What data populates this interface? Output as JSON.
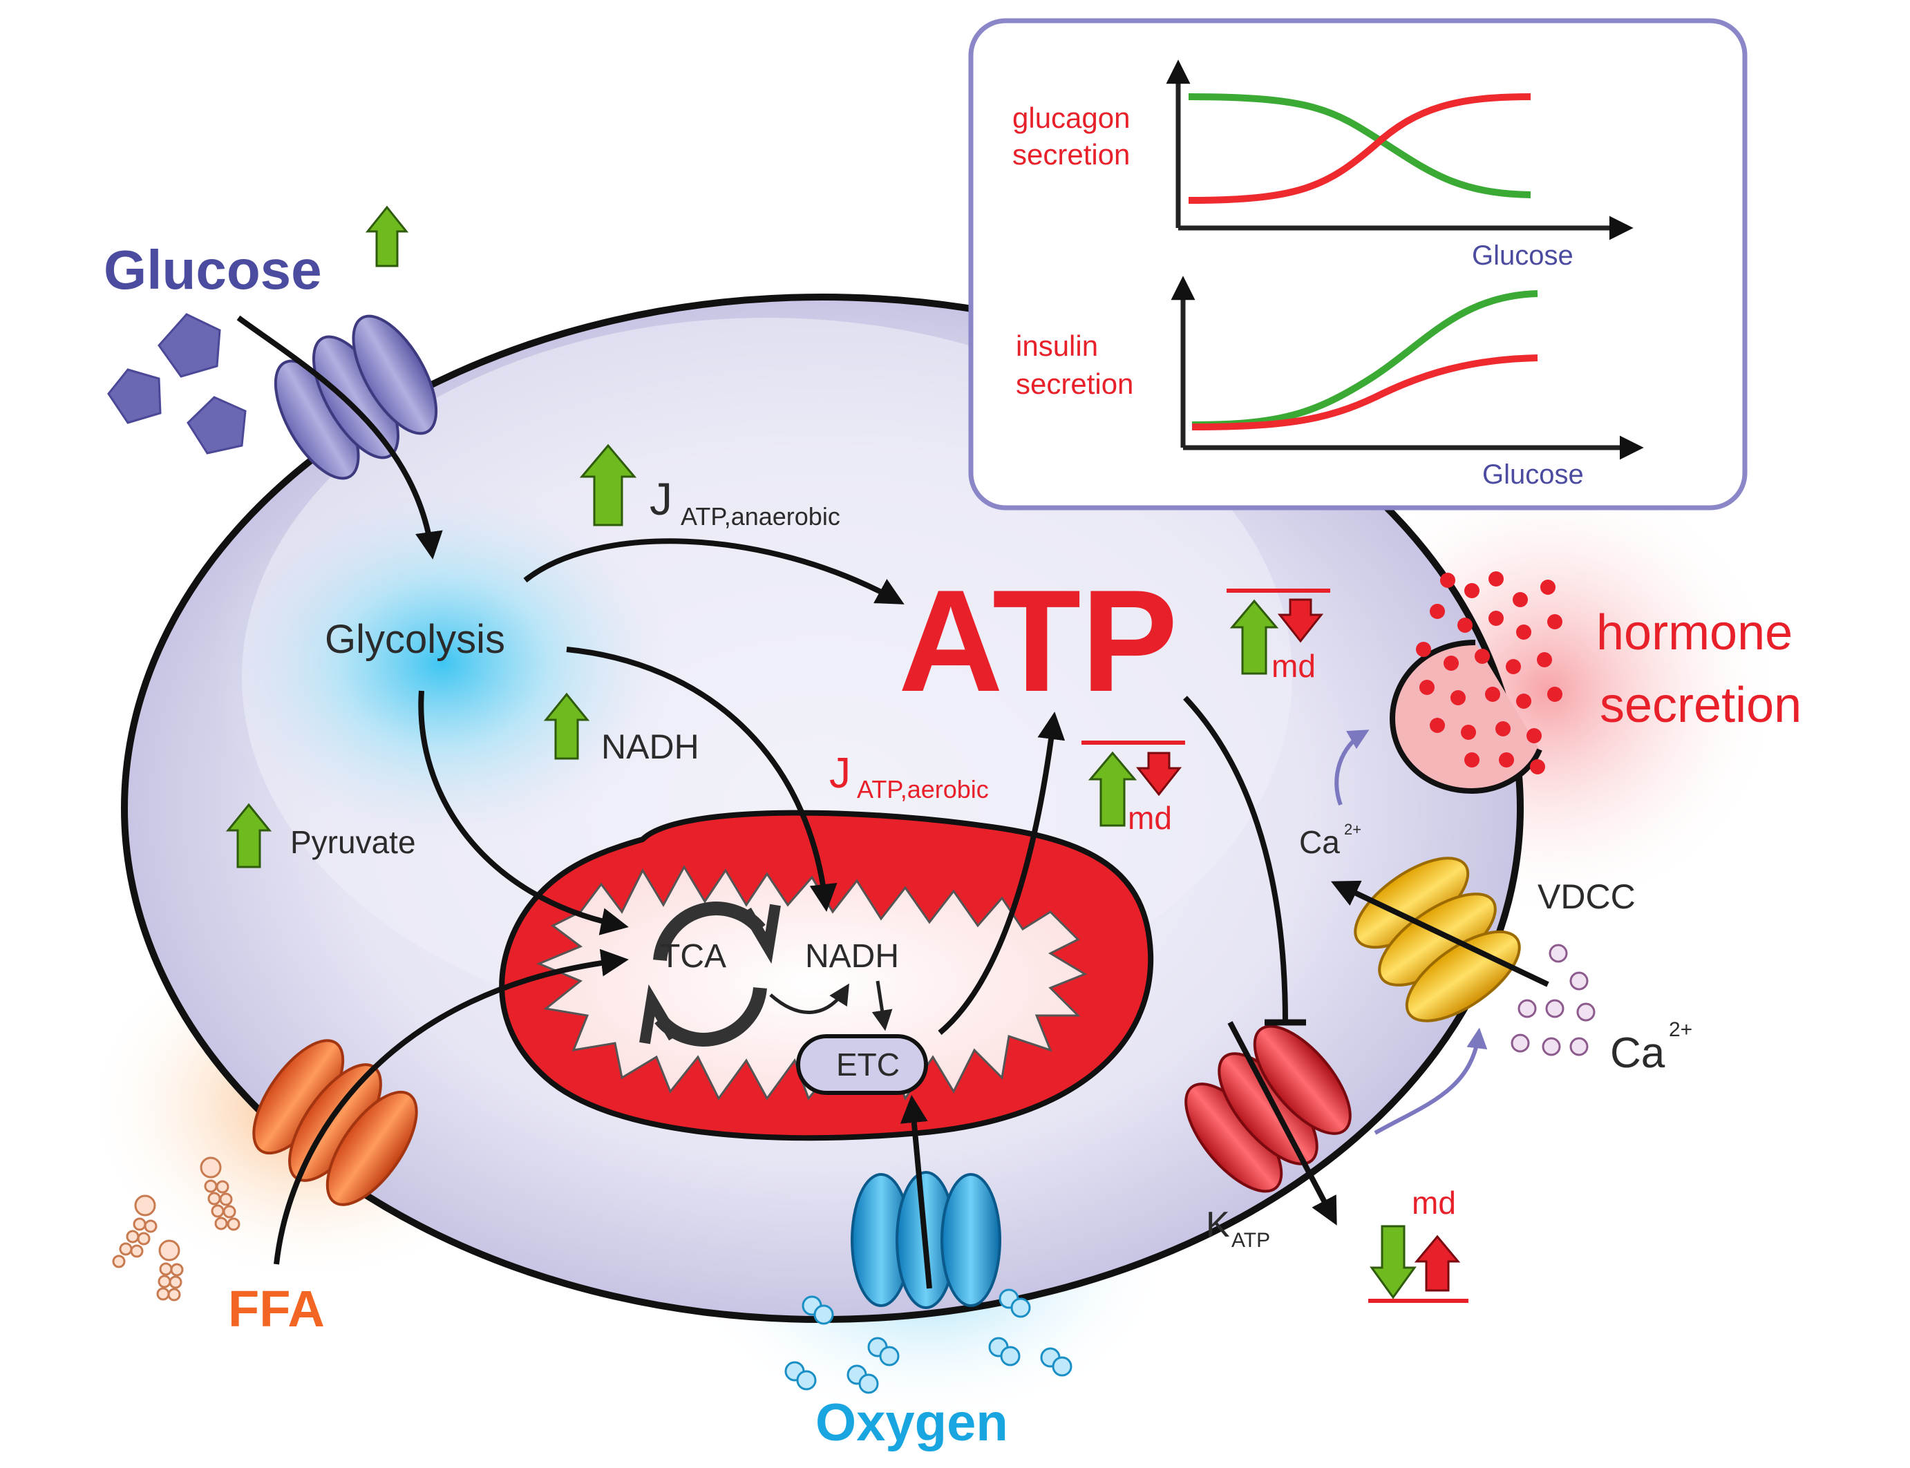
{
  "labels": {
    "glucose": "Glucose",
    "ffa": "FFA",
    "oxygen": "Oxygen",
    "glycolysis": "Glycolysis",
    "pyruvate": "Pyruvate",
    "nadh_cyto": "NADH",
    "nadh_mito": "NADH",
    "tca": "TCA",
    "etc": "ETC",
    "atp": "ATP",
    "j_letter": "J",
    "j_anaerobic_sub": "ATP,anaerobic",
    "j_aerobic_sub": "ATP,aerobic",
    "md": "md",
    "katp_letter": "K",
    "katp_sub": "ATP",
    "vdcc": "VDCC",
    "ca_letter": "Ca",
    "ca_sup": "2+",
    "hormone_line1": "hormone",
    "hormone_line2": "secretion"
  },
  "inset": {
    "top_panel": {
      "ylabel_line1": "glucagon",
      "ylabel_line2": "secretion",
      "xlabel": "Glucose"
    },
    "bottom_panel": {
      "ylabel_line1": "insulin",
      "ylabel_line2": "secretion",
      "xlabel": "Glucose"
    }
  },
  "colors": {
    "cell_fill": "#dddcf0",
    "membrane": "#111111",
    "mito_red": "#e8202a",
    "green_arrow": "#6fba1f",
    "red_arrow": "#e8202a",
    "glucose_purple": "#4b4ba0",
    "ffa_orange": "#f26522",
    "oxygen_blue": "#19a6e0",
    "inset_border": "#8a86c8",
    "curve_green": "#3aaa35",
    "curve_red": "#ee2a2f"
  }
}
